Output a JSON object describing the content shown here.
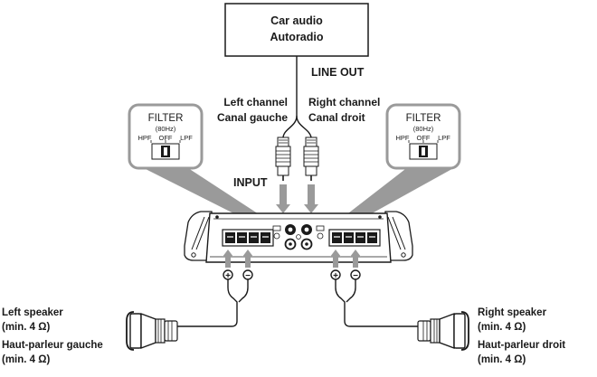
{
  "source": {
    "line1": "Car audio",
    "line2": "Autoradio",
    "output_label": "LINE OUT"
  },
  "channels": {
    "left_en": "Left channel",
    "left_fr": "Canal gauche",
    "right_en": "Right channel",
    "right_fr": "Canal droit"
  },
  "input_label": "INPUT",
  "filter": {
    "title": "FILTER",
    "freq": "(80Hz)",
    "hpf": "HPF",
    "off": "OFF",
    "lpf": "LPF"
  },
  "speakers": {
    "left": {
      "en": "Left speaker",
      "min_en": "(min. 4 Ω)",
      "fr": "Haut-parleur gauche",
      "min_fr": "(min. 4 Ω)"
    },
    "right": {
      "en": "Right speaker",
      "min_en": "(min. 4 Ω)",
      "fr": "Haut-parleur droit",
      "min_fr": "(min. 4 Ω)"
    }
  },
  "polarity": {
    "plus": "+",
    "minus": "−"
  },
  "colors": {
    "line": "#1a1a1a",
    "callout": "#9a9a9a",
    "amp_fill": "#ffffff"
  }
}
